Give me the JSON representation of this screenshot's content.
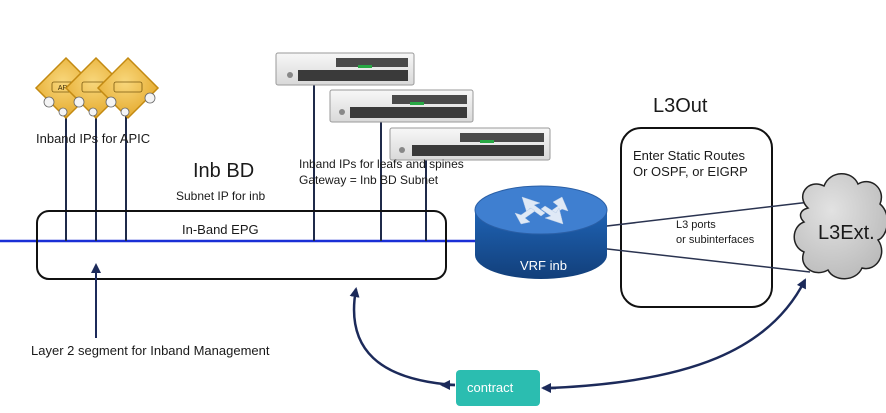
{
  "labels": {
    "inband_ips_apic": "Inband IPs for APIC",
    "inb_bd_title": "Inb BD",
    "subnet_ip": "Subnet IP for inb",
    "inband_ips_leafs_line1": "Inband IPs for leafs and spines",
    "inband_ips_leafs_line2": "Gateway = Inb BD Subnet",
    "in_band_epg": "In-Band EPG",
    "l3out_title": "L3Out",
    "static_routes_line1": "Enter Static Routes",
    "static_routes_line2": "Or OSPF, or EIGRP",
    "l3_ports_line1": "L3 ports",
    "l3_ports_line2": "or subinterfaces",
    "vrf": "VRF inb",
    "l3ext": "L3Ext.",
    "contract": "contract",
    "layer2_segment": "Layer 2 segment for Inband Management",
    "apic_badge": "APIC"
  },
  "colors": {
    "network_line": "#1a2fd6",
    "router_top": "#3f7fd0",
    "router_body": "#1e5fae",
    "contract_fill": "#2bbdb0",
    "apic_diamond": "#f0b93a",
    "cloud_fill": "#c8c8c8",
    "arrow_navy": "#1c2a5a"
  },
  "icons": {
    "apic": "apic-controller-icon",
    "switch": "network-switch-icon",
    "router": "router-icon",
    "cloud": "cloud-icon"
  }
}
